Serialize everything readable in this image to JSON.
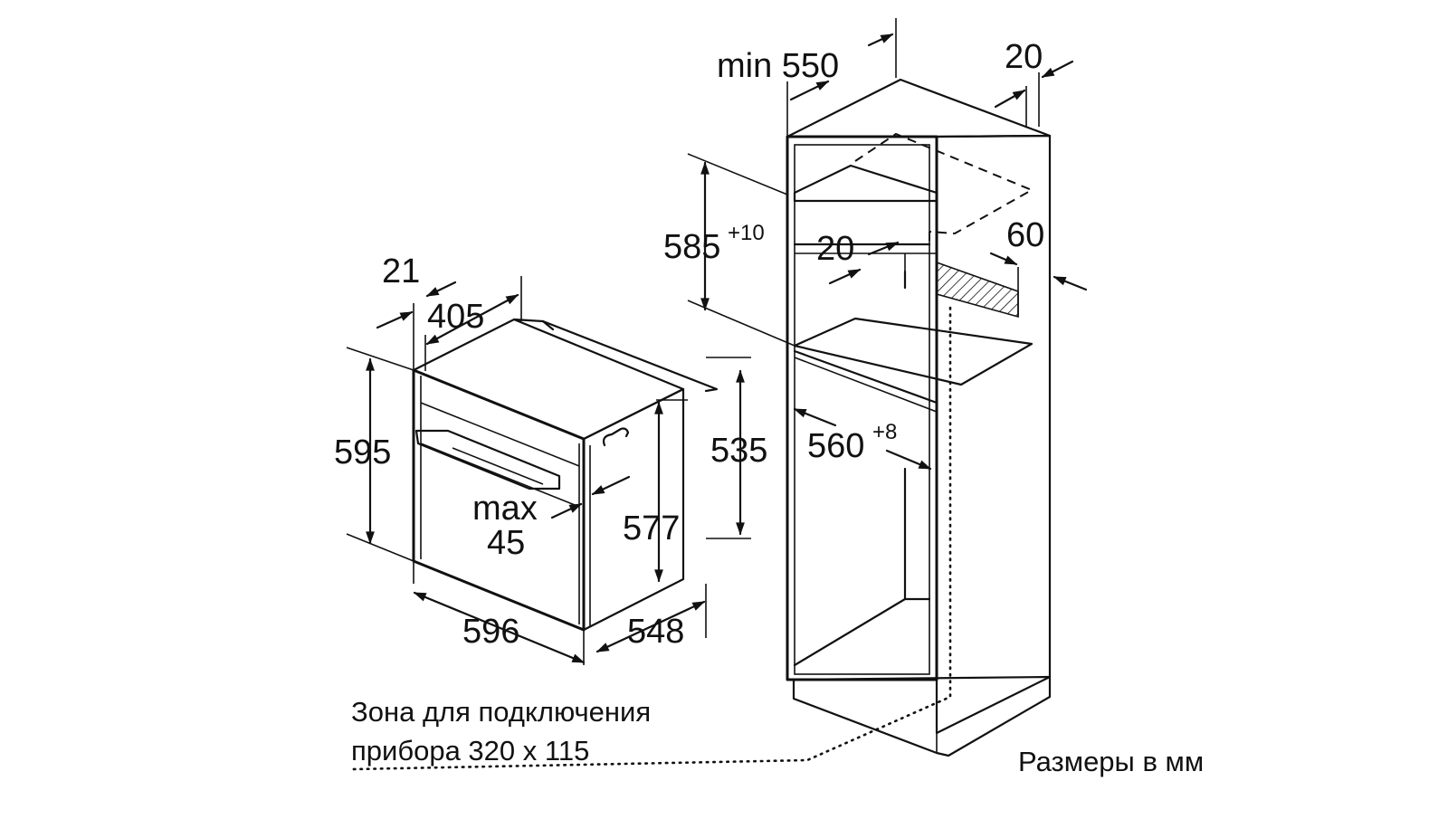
{
  "oven": {
    "dims": {
      "d21": "21",
      "d405": "405",
      "d595": "595",
      "d535": "535",
      "max_word": "max",
      "max_value": "45",
      "d577": "577",
      "d596": "596",
      "d548": "548"
    }
  },
  "cabinet": {
    "dims": {
      "min550": "min 550",
      "top20": "20",
      "h585": "585",
      "h585_tol": "+10",
      "inner20": "20",
      "d60": "60",
      "w560": "560",
      "w560_tol": "+8"
    }
  },
  "notes": {
    "zone_line1": "Зона для подключения",
    "zone_line2": "прибора 320 х 115",
    "units": "Размеры в мм"
  }
}
